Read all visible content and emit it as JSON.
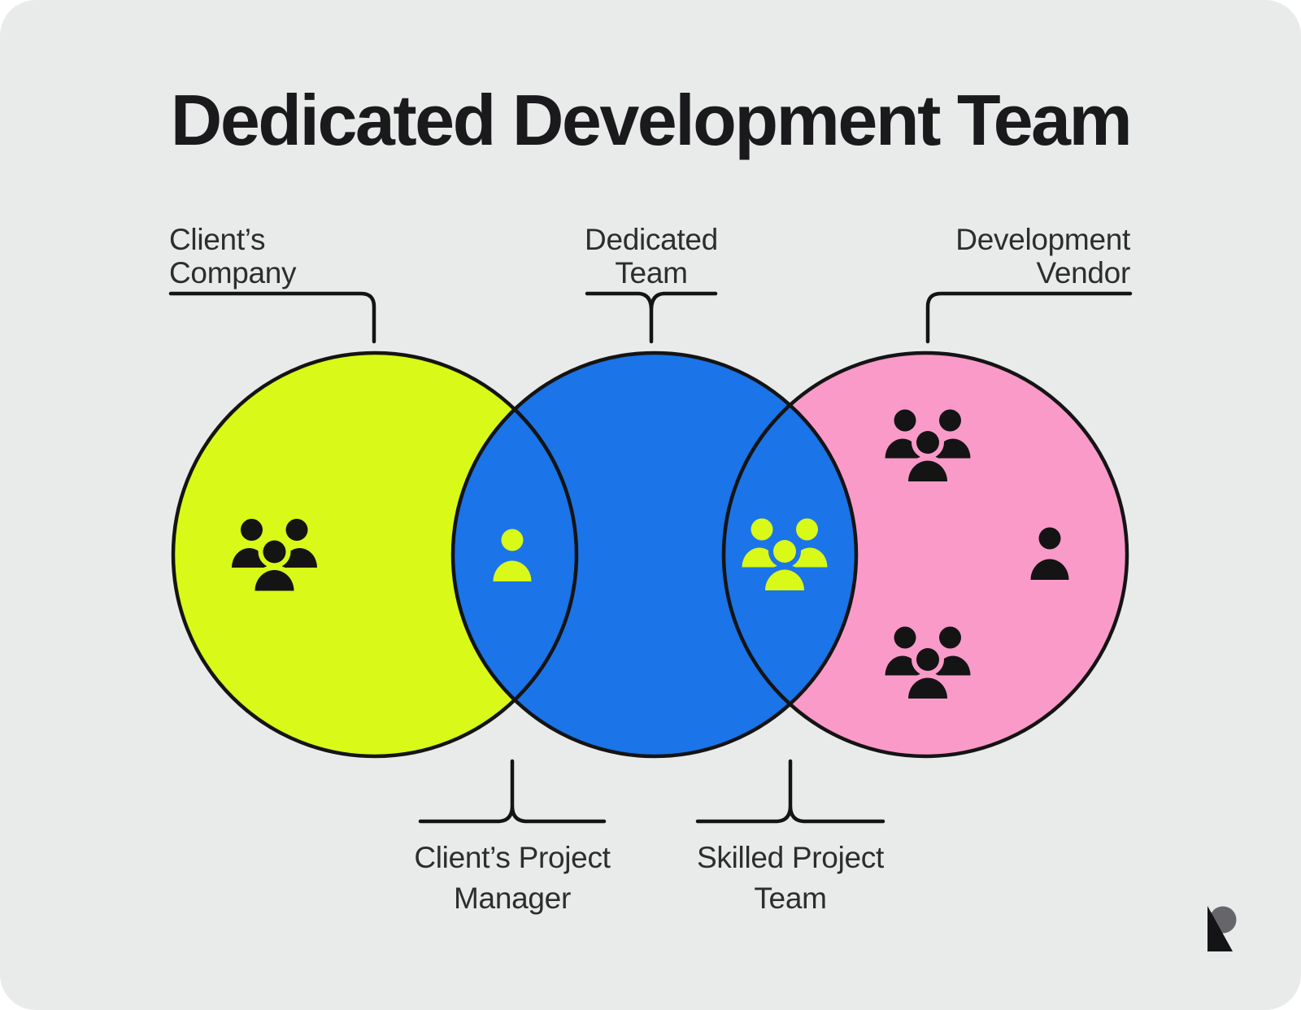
{
  "title": "Dedicated Development Team",
  "diagram": {
    "labels": {
      "clients_company": {
        "line1": "Client’s",
        "line2": "Company"
      },
      "dedicated_team": {
        "line1": "Dedicated",
        "line2": "Team"
      },
      "development_vendor": {
        "line1": "Development",
        "line2": "Vendor"
      },
      "clients_project_manager": {
        "line1": "Client’s Project",
        "line2": "Manager"
      },
      "skilled_project_team": {
        "line1": "Skilled Project",
        "line2": "Team"
      }
    },
    "circles": [
      {
        "name": "clients-company",
        "fill": "#d9f918"
      },
      {
        "name": "dedicated-team",
        "fill": "#1b74e8"
      },
      {
        "name": "development-vendor",
        "fill": "#fa9ac9"
      }
    ],
    "icons": [
      {
        "name": "group-icon-clients-company",
        "type": "group-of-people",
        "color": "#141414"
      },
      {
        "name": "person-icon-clients-project-manager",
        "type": "single-person",
        "color": "#d9f918"
      },
      {
        "name": "group-icon-skilled-project-team",
        "type": "group-of-people",
        "color": "#d9f918"
      },
      {
        "name": "group-icon-vendor-top",
        "type": "group-of-people",
        "color": "#141414"
      },
      {
        "name": "person-icon-vendor",
        "type": "single-person",
        "color": "#141414"
      },
      {
        "name": "group-icon-vendor-bottom",
        "type": "group-of-people",
        "color": "#141414"
      }
    ],
    "colors": {
      "background": "#e9eaea",
      "outline": "#141414",
      "text": "#2d2d2f",
      "title": "#1a1a1c",
      "logo_gray": "#66666a",
      "logo_black": "#141416"
    }
  }
}
